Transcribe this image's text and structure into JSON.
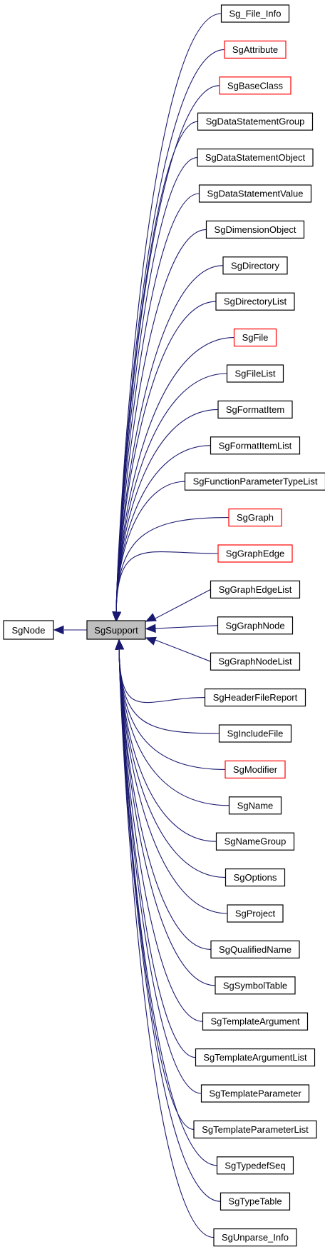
{
  "diagram": {
    "focus": "SgSupport",
    "base": "SgNode",
    "derived": [
      {
        "name": "Sg_File_Info",
        "truncated": false
      },
      {
        "name": "SgAttribute",
        "truncated": true
      },
      {
        "name": "SgBaseClass",
        "truncated": true
      },
      {
        "name": "SgDataStatementGroup",
        "truncated": false
      },
      {
        "name": "SgDataStatementObject",
        "truncated": false
      },
      {
        "name": "SgDataStatementValue",
        "truncated": false
      },
      {
        "name": "SgDimensionObject",
        "truncated": false
      },
      {
        "name": "SgDirectory",
        "truncated": false
      },
      {
        "name": "SgDirectoryList",
        "truncated": false
      },
      {
        "name": "SgFile",
        "truncated": true
      },
      {
        "name": "SgFileList",
        "truncated": false
      },
      {
        "name": "SgFormatItem",
        "truncated": false
      },
      {
        "name": "SgFormatItemList",
        "truncated": false
      },
      {
        "name": "SgFunctionParameterTypeList",
        "truncated": false
      },
      {
        "name": "SgGraph",
        "truncated": true
      },
      {
        "name": "SgGraphEdge",
        "truncated": true
      },
      {
        "name": "SgGraphEdgeList",
        "truncated": false
      },
      {
        "name": "SgGraphNode",
        "truncated": false
      },
      {
        "name": "SgGraphNodeList",
        "truncated": false
      },
      {
        "name": "SgHeaderFileReport",
        "truncated": false
      },
      {
        "name": "SgIncludeFile",
        "truncated": false
      },
      {
        "name": "SgModifier",
        "truncated": true
      },
      {
        "name": "SgName",
        "truncated": false
      },
      {
        "name": "SgNameGroup",
        "truncated": false
      },
      {
        "name": "SgOptions",
        "truncated": false
      },
      {
        "name": "SgProject",
        "truncated": false
      },
      {
        "name": "SgQualifiedName",
        "truncated": false
      },
      {
        "name": "SgSymbolTable",
        "truncated": false
      },
      {
        "name": "SgTemplateArgument",
        "truncated": false
      },
      {
        "name": "SgTemplateArgumentList",
        "truncated": false
      },
      {
        "name": "SgTemplateParameter",
        "truncated": false
      },
      {
        "name": "SgTemplateParameterList",
        "truncated": false
      },
      {
        "name": "SgTypedefSeq",
        "truncated": false
      },
      {
        "name": "SgTypeTable",
        "truncated": false
      },
      {
        "name": "SgUnparse_Info",
        "truncated": false
      }
    ],
    "colors": {
      "edge": "#191970",
      "normal_border": "#000000",
      "truncated_border": "#ff0000",
      "focus_fill": "#bfbfbf"
    }
  }
}
